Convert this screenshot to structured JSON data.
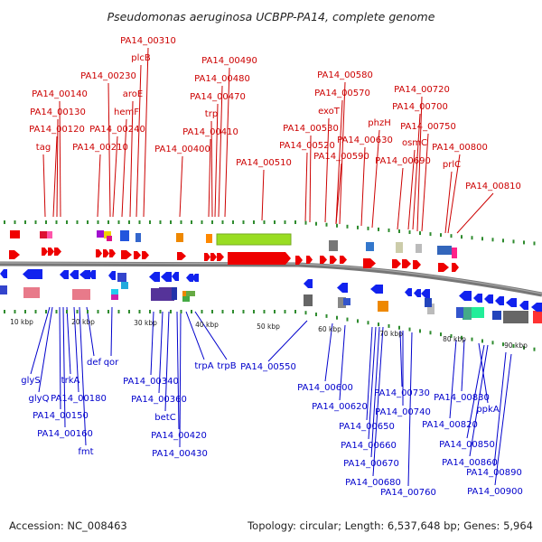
{
  "title": "Pseudomonas aeruginosa UCBPP-PA14, complete genome",
  "footer": {
    "accession": "Accession: NC_008463",
    "topology": "Topology: circular; Length: 6,537,648 bp; Genes: 5,964"
  },
  "colors": {
    "forward_label": "#cc0000",
    "reverse_label": "#0000cc",
    "forward_gene": "#ee0000",
    "reverse_gene": "#1122ee",
    "backbone": "#7a7a7a",
    "dots": "#2e8b2e"
  },
  "ruler": [
    "10 kbp",
    "20 kbp",
    "30 kbp",
    "40 kbp",
    "50 kbp",
    "60 kbp",
    "70 kbp",
    "80 kbp",
    "90 kbp"
  ],
  "forward_labels": [
    "tag",
    "PA14_00120",
    "PA14_00130",
    "PA14_00140",
    "PA14_00210",
    "PA14_00240",
    "hemF",
    "PA14_00230",
    "aroE",
    "plcB",
    "PA14_00310",
    "PA14_00400",
    "PA14_00410",
    "trp",
    "PA14_00470",
    "PA14_00480",
    "PA14_00490",
    "PA14_00510",
    "PA14_00520",
    "PA14_00530",
    "exoT",
    "PA14_00570",
    "PA14_00580",
    "PA14_00590",
    "PA14_00630",
    "phzH",
    "PA14_00690",
    "osmC",
    "PA14_00700",
    "PA14_00720",
    "PA14_00750",
    "PA14_00800",
    "prlC",
    "PA14_00810"
  ],
  "reverse_labels": [
    "glyS",
    "glyQ",
    "trkA",
    "PA14_00150",
    "PA14_00180",
    "PA14_00160",
    "fmt",
    "def",
    "qor",
    "PA14_00340",
    "PA14_00360",
    "betC",
    "PA14_00420",
    "PA14_00430",
    "trpA",
    "trpB",
    "PA14_00550",
    "PA14_00600",
    "PA14_00620",
    "PA14_00650",
    "PA14_00660",
    "PA14_00670",
    "PA14_00680",
    "PA14_00730",
    "PA14_00740",
    "PA14_00760",
    "PA14_00830",
    "PA14_00820",
    "ppkA",
    "PA14_00850",
    "PA14_00860",
    "PA14_00890",
    "PA14_00900"
  ]
}
